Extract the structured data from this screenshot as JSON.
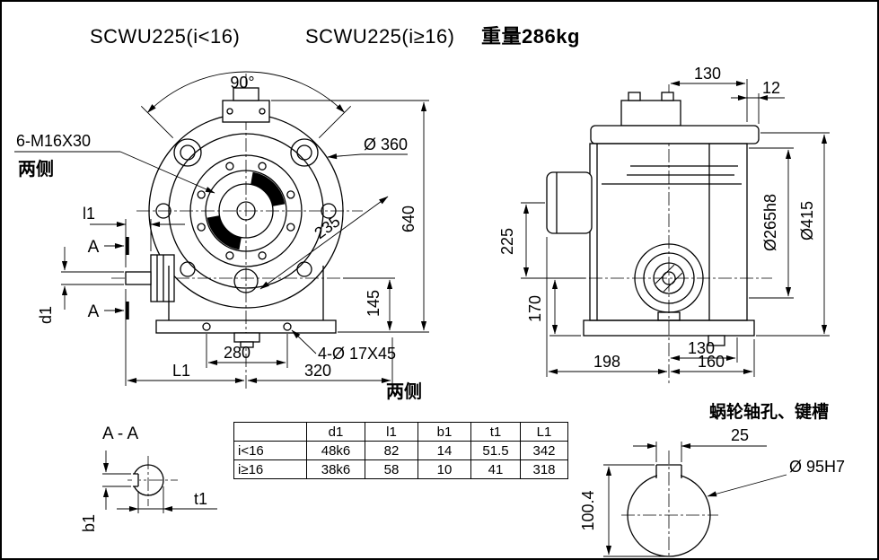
{
  "titles": {
    "model_low": "SCWU225(i<16)",
    "model_high": "SCWU225(i≥16)",
    "weight": "重量286kg"
  },
  "front_view": {
    "angle": "90°",
    "bolt_callout": "6-M16X30",
    "both_sides_top": "两侧",
    "dia_360": "Ø 360",
    "l1_label": "l1",
    "section_mark": "A",
    "d1_label": "d1",
    "dim_235": "235",
    "dim_640": "640",
    "dim_145": "145",
    "dim_280": "280",
    "dim_320": "320",
    "L1_label": "L1",
    "foot_callout": "4-Ø 17X45",
    "both_sides_bottom": "两侧"
  },
  "side_view": {
    "dim_130_top": "130",
    "dim_12": "12",
    "dim_225": "225",
    "dim_170": "170",
    "dim_198": "198",
    "dim_160": "160",
    "dim_130_bottom": "130",
    "dia_265": "Ø265h8",
    "dia_415": "Ø415"
  },
  "section_aa": {
    "title": "A - A",
    "b1": "b1",
    "t1": "t1"
  },
  "bore_detail": {
    "note": "蜗轮轴孔、键槽",
    "key_width": "25",
    "dia_95": "Ø 95H7",
    "dim_100": "100.4"
  },
  "table": {
    "headers": [
      "",
      "d1",
      "l1",
      "b1",
      "t1",
      "L1"
    ],
    "rows": [
      [
        "i<16",
        "48k6",
        "82",
        "14",
        "51.5",
        "342"
      ],
      [
        "i≥16",
        "38k6",
        "58",
        "10",
        "41",
        "318"
      ]
    ]
  }
}
